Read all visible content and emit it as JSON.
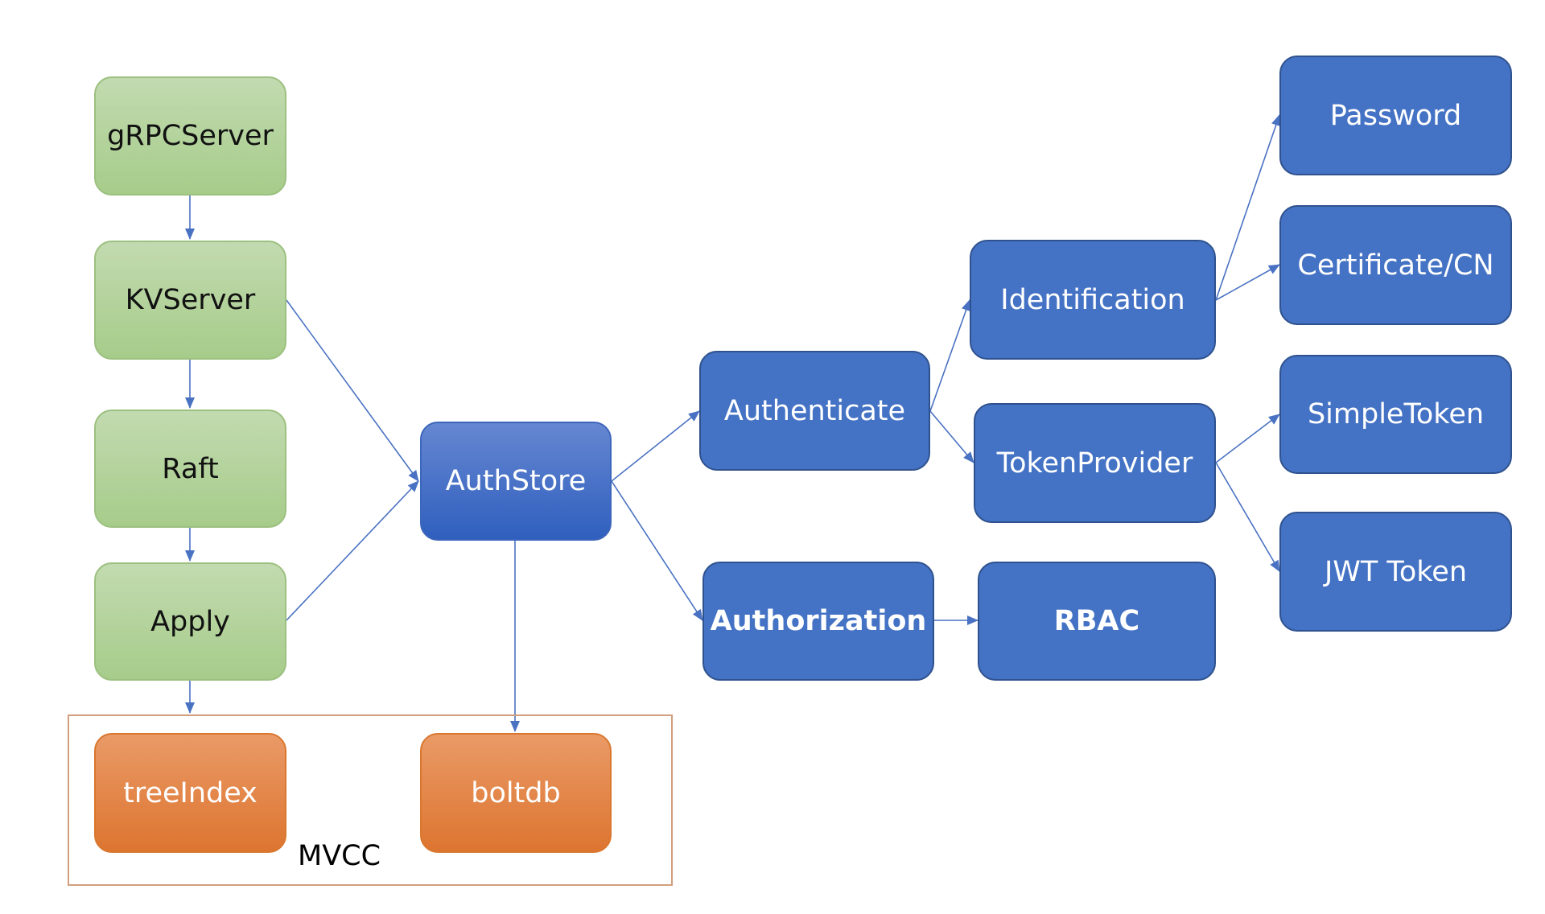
{
  "nodes": {
    "grpcserver": "gRPCServer",
    "kvserver": "KVServer",
    "raft": "Raft",
    "apply": "Apply",
    "treeindex": "treeIndex",
    "boltdb": "boltdb",
    "authstore": "AuthStore",
    "authenticate": "Authenticate",
    "authorization": "Authorization",
    "identification": "Identification",
    "tokenprovider": "TokenProvider",
    "rbac": "RBAC",
    "password": "Password",
    "certificate": "Certificate/CN",
    "simpletoken": "SimpleToken",
    "jwttoken": "JWT Token"
  },
  "groups": {
    "mvcc": "MVCC"
  },
  "colors": {
    "edge": "#4a72c2",
    "storage_green": "#a6cc8a",
    "auth_blue": "#4472c4",
    "mvcc_orange": "#dd7530"
  }
}
